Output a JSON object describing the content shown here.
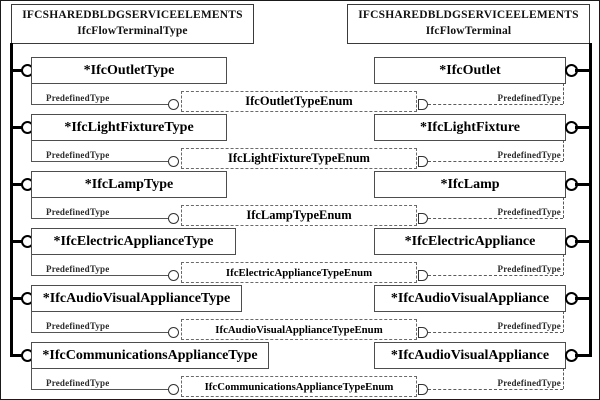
{
  "diagram": {
    "title_context": "IFC shared building service elements flow terminal types and occurrences",
    "left_header": {
      "line1": "IFCSHAREDBLDGSERVICEELEMENTS",
      "line2": "IfcFlowTerminalType"
    },
    "right_header": {
      "line1": "IFCSHAREDBLDGSERVICEELEMENTS",
      "line2": "IfcFlowTerminal"
    },
    "attribute_label": "PredefinedType",
    "rows": [
      {
        "type_entity": "*IfcOutletType",
        "enum": "IfcOutletTypeEnum",
        "instance_entity": "*IfcOutlet"
      },
      {
        "type_entity": "*IfcLightFixtureType",
        "enum": "IfcLightFixtureTypeEnum",
        "instance_entity": "*IfcLightFixture"
      },
      {
        "type_entity": "*IfcLampType",
        "enum": "IfcLampTypeEnum",
        "instance_entity": "*IfcLamp"
      },
      {
        "type_entity": "*IfcElectricApplianceType",
        "enum": "IfcElectricApplianceTypeEnum",
        "instance_entity": "*IfcElectricAppliance"
      },
      {
        "type_entity": "*IfcAudioVisualApplianceType",
        "enum": "IfcAudioVisualApplianceTypeEnum",
        "instance_entity": "*IfcAudioVisualAppliance"
      },
      {
        "type_entity": "*IfcCommunicationsApplianceType",
        "enum": "IfcCommunicationsApplianceTypeEnum",
        "instance_entity": "*IfcAudioVisualAppliance"
      }
    ],
    "colors": {
      "background": "#ffffff",
      "line": "#000000",
      "box_border": "#4d4d4d",
      "dash": "#6a6a6a"
    }
  }
}
